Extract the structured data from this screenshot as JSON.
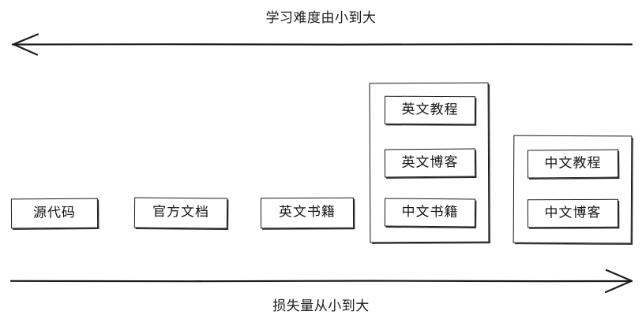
{
  "diagram": {
    "title_top": "学习难度由小到大",
    "title_bottom": "损失量从小到大",
    "top_axis": {
      "direction": "left",
      "arrow_icon": "arrow-left-icon"
    },
    "bottom_axis": {
      "direction": "right",
      "arrow_icon": "arrow-right-icon"
    },
    "stroke_color": "#1a1a1a",
    "background_color": "#ffffff",
    "nodes": [
      {
        "label": "源代码"
      },
      {
        "label": "官方文档"
      },
      {
        "label": "英文书籍"
      }
    ],
    "groups": [
      {
        "items": [
          {
            "label": "英文教程"
          },
          {
            "label": "英文博客"
          },
          {
            "label": "中文书籍"
          }
        ]
      },
      {
        "items": [
          {
            "label": "中文教程"
          },
          {
            "label": "中文博客"
          }
        ]
      }
    ]
  }
}
